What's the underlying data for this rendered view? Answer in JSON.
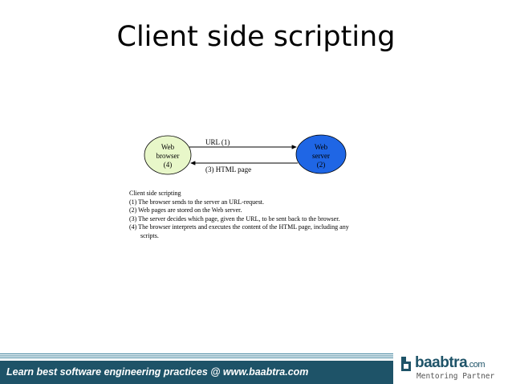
{
  "slide": {
    "title": "Client side scripting"
  },
  "diagram": {
    "client_node": [
      "Web",
      "browser",
      "(4)"
    ],
    "server_node": [
      "Web",
      "server",
      "(2)"
    ],
    "request_label": "URL (1)",
    "response_label": "(3) HTML page",
    "colors": {
      "client_fill": "#e8f7c9",
      "server_fill": "#1f66e5"
    }
  },
  "notes": {
    "heading": "Client side scripting",
    "items": [
      "(1) The browser sends to the server an URL-request.",
      "(2) Web pages are stored on the Web server.",
      "(3) The server decides which page, given the URL, to be sent back to the browser.",
      "(4) The browser interprets and executes the content of the HTML page, including any"
    ],
    "item4_continuation": "scripts."
  },
  "footer": {
    "tagline": "Learn best software engineering practices @ www.baabtra.com",
    "logo_brand": "baabtra",
    "logo_suffix": ".com",
    "logo_tagline": "Mentoring Partner",
    "bar_color": "#1e5368"
  }
}
